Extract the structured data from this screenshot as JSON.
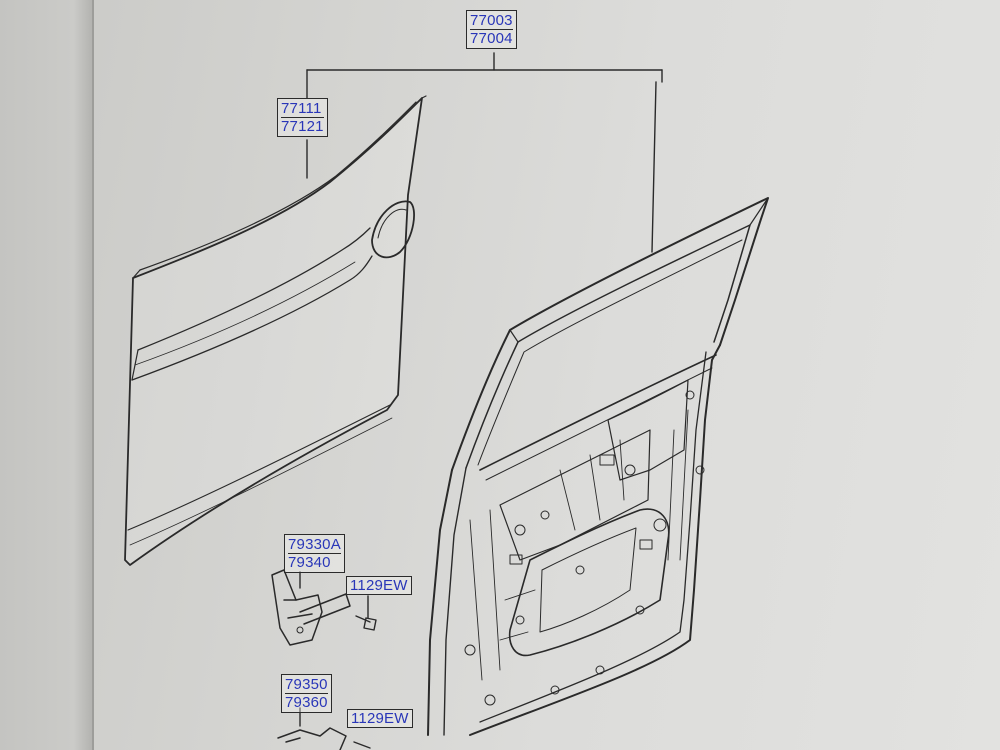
{
  "part_labels": {
    "door_assembly": [
      "77003",
      "77004"
    ],
    "outer_panel": [
      "77111",
      "77121"
    ],
    "upper_hinge": [
      "79330A",
      "79340"
    ],
    "upper_hinge_bolt": "1129EW",
    "lower_hinge": [
      "79350",
      "79360"
    ],
    "lower_hinge_bolt": "1129EW"
  },
  "colors": {
    "label_text": "#2936b8",
    "line": "#2a2a2a",
    "background": "#dcdcda"
  }
}
